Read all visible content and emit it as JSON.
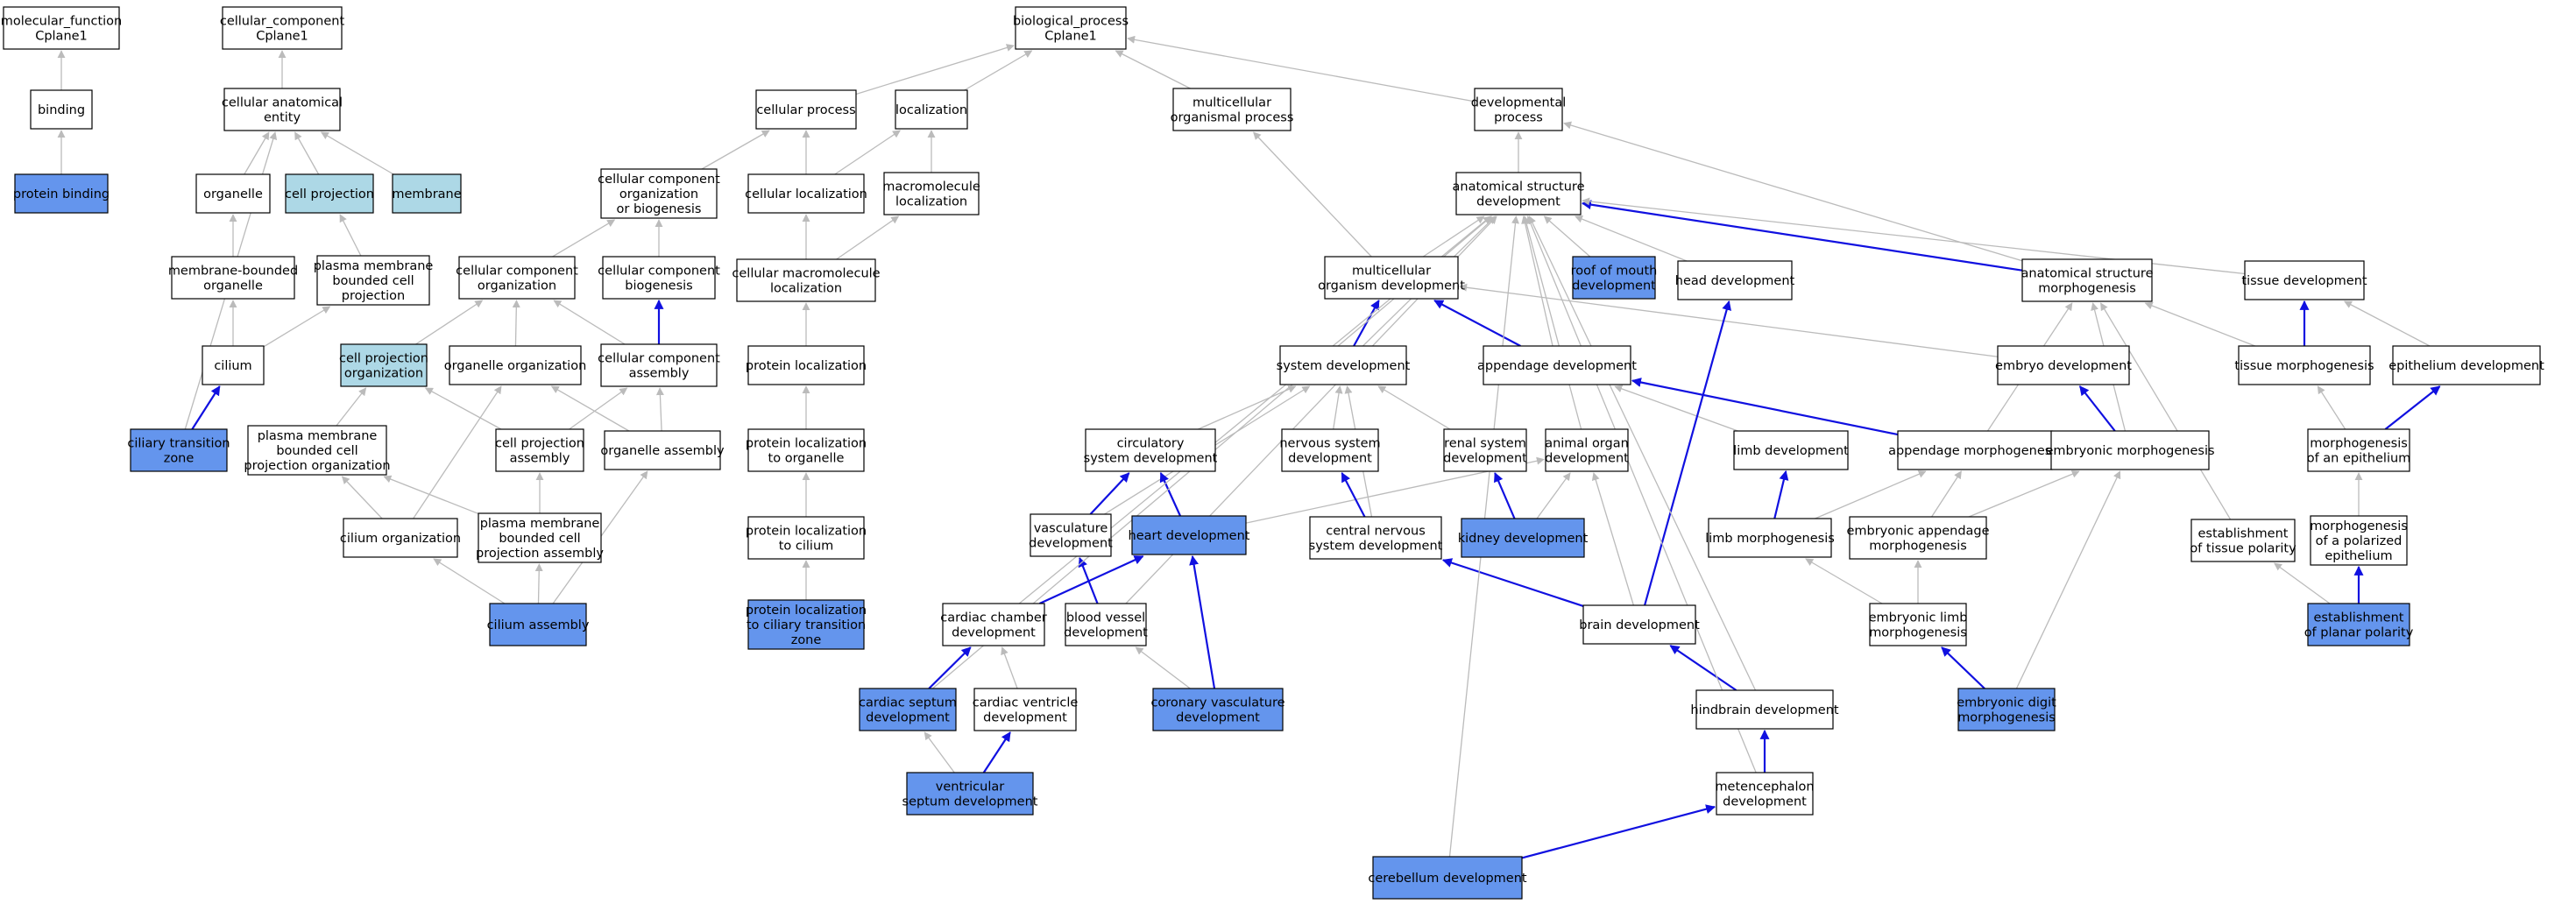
{
  "colors": {
    "plain": "#ffffff",
    "highlight": "#6495ed",
    "light": "#add8e6",
    "edge_grey": "#bbbbbb",
    "edge_blue": "#1010e0",
    "stroke": "#000000"
  },
  "nodes": [
    {
      "id": "mf",
      "lines": [
        "molecular_function",
        "Cplane1"
      ],
      "style": "plain"
    },
    {
      "id": "cc",
      "lines": [
        "cellular_component",
        "Cplane1"
      ],
      "style": "plain"
    },
    {
      "id": "bp",
      "lines": [
        "biological_process",
        "Cplane1"
      ],
      "style": "plain"
    },
    {
      "id": "binding",
      "lines": [
        "binding"
      ],
      "style": "plain"
    },
    {
      "id": "pbind",
      "lines": [
        "protein binding"
      ],
      "style": "highlight"
    },
    {
      "id": "cae",
      "lines": [
        "cellular anatomical",
        "entity"
      ],
      "style": "plain"
    },
    {
      "id": "organelle",
      "lines": [
        "organelle"
      ],
      "style": "plain"
    },
    {
      "id": "cellproj",
      "lines": [
        "cell projection"
      ],
      "style": "light"
    },
    {
      "id": "membrane",
      "lines": [
        "membrane"
      ],
      "style": "light"
    },
    {
      "id": "mbo",
      "lines": [
        "membrane-bounded",
        "organelle"
      ],
      "style": "plain"
    },
    {
      "id": "pmbcp",
      "lines": [
        "plasma membrane",
        "bounded cell",
        "projection"
      ],
      "style": "plain"
    },
    {
      "id": "cilium",
      "lines": [
        "cilium"
      ],
      "style": "plain"
    },
    {
      "id": "ctz",
      "lines": [
        "ciliary transition",
        "zone"
      ],
      "style": "highlight"
    },
    {
      "id": "cellproc",
      "lines": [
        "cellular process"
      ],
      "style": "plain"
    },
    {
      "id": "local",
      "lines": [
        "localization"
      ],
      "style": "plain"
    },
    {
      "id": "ccob",
      "lines": [
        "cellular component",
        "organization",
        "or biogenesis"
      ],
      "style": "plain"
    },
    {
      "id": "cellloc",
      "lines": [
        "cellular localization"
      ],
      "style": "plain"
    },
    {
      "id": "macloc",
      "lines": [
        "macromolecule",
        "localization"
      ],
      "style": "plain"
    },
    {
      "id": "cco",
      "lines": [
        "cellular component",
        "organization"
      ],
      "style": "plain"
    },
    {
      "id": "ccb",
      "lines": [
        "cellular component",
        "biogenesis"
      ],
      "style": "plain"
    },
    {
      "id": "cml",
      "lines": [
        "cellular macromolecule",
        "localization"
      ],
      "style": "plain"
    },
    {
      "id": "cpo",
      "lines": [
        "cell projection",
        "organization"
      ],
      "style": "light"
    },
    {
      "id": "orgorg",
      "lines": [
        "organelle organization"
      ],
      "style": "plain"
    },
    {
      "id": "cca",
      "lines": [
        "cellular component",
        "assembly"
      ],
      "style": "plain"
    },
    {
      "id": "protloc",
      "lines": [
        "protein localization"
      ],
      "style": "plain"
    },
    {
      "id": "pmbcpo",
      "lines": [
        "plasma membrane",
        "bounded cell",
        "projection organization"
      ],
      "style": "plain"
    },
    {
      "id": "cpa",
      "lines": [
        "cell projection",
        "assembly"
      ],
      "style": "plain"
    },
    {
      "id": "orgasm",
      "lines": [
        "organelle assembly"
      ],
      "style": "plain"
    },
    {
      "id": "plto",
      "lines": [
        "protein localization",
        "to organelle"
      ],
      "style": "plain"
    },
    {
      "id": "cilorg",
      "lines": [
        "cilium organization"
      ],
      "style": "plain"
    },
    {
      "id": "pmbcpa",
      "lines": [
        "plasma membrane",
        "bounded cell",
        "projection assembly"
      ],
      "style": "plain"
    },
    {
      "id": "pltc",
      "lines": [
        "protein localization",
        "to cilium"
      ],
      "style": "plain"
    },
    {
      "id": "ciliumasm",
      "lines": [
        "cilium assembly"
      ],
      "style": "highlight"
    },
    {
      "id": "pltctz",
      "lines": [
        "protein localization",
        "to ciliary transition",
        "zone"
      ],
      "style": "highlight"
    },
    {
      "id": "mop",
      "lines": [
        "multicellular",
        "organismal process"
      ],
      "style": "plain"
    },
    {
      "id": "devproc",
      "lines": [
        "developmental",
        "process"
      ],
      "style": "plain"
    },
    {
      "id": "asd",
      "lines": [
        "anatomical structure",
        "development"
      ],
      "style": "plain"
    },
    {
      "id": "mod",
      "lines": [
        "multicellular",
        "organism development"
      ],
      "style": "plain"
    },
    {
      "id": "rom",
      "lines": [
        "roof of mouth",
        "development"
      ],
      "style": "highlight"
    },
    {
      "id": "headdev",
      "lines": [
        "head development"
      ],
      "style": "plain"
    },
    {
      "id": "asm",
      "lines": [
        "anatomical structure",
        "morphogenesis"
      ],
      "style": "plain"
    },
    {
      "id": "tissdev",
      "lines": [
        "tissue development"
      ],
      "style": "plain"
    },
    {
      "id": "sysdev",
      "lines": [
        "system development"
      ],
      "style": "plain"
    },
    {
      "id": "appdev",
      "lines": [
        "appendage development"
      ],
      "style": "plain"
    },
    {
      "id": "embdev",
      "lines": [
        "embryo development"
      ],
      "style": "plain"
    },
    {
      "id": "tissmorph",
      "lines": [
        "tissue morphogenesis"
      ],
      "style": "plain"
    },
    {
      "id": "epidev",
      "lines": [
        "epithelium development"
      ],
      "style": "plain"
    },
    {
      "id": "circ",
      "lines": [
        "circulatory",
        "system development"
      ],
      "style": "plain"
    },
    {
      "id": "nsd",
      "lines": [
        "nervous system",
        "development"
      ],
      "style": "plain"
    },
    {
      "id": "renal",
      "lines": [
        "renal system",
        "development"
      ],
      "style": "plain"
    },
    {
      "id": "aod",
      "lines": [
        "animal organ",
        "development"
      ],
      "style": "plain"
    },
    {
      "id": "limbdev",
      "lines": [
        "limb development"
      ],
      "style": "plain"
    },
    {
      "id": "appmorph",
      "lines": [
        "appendage morphogenesis"
      ],
      "style": "plain"
    },
    {
      "id": "embmorph",
      "lines": [
        "embryonic morphogenesis"
      ],
      "style": "plain"
    },
    {
      "id": "moe",
      "lines": [
        "morphogenesis",
        "of an epithelium"
      ],
      "style": "plain"
    },
    {
      "id": "vascdev",
      "lines": [
        "vasculature",
        "development"
      ],
      "style": "plain"
    },
    {
      "id": "heartdev",
      "lines": [
        "heart development"
      ],
      "style": "highlight"
    },
    {
      "id": "cnsd",
      "lines": [
        "central nervous",
        "system development"
      ],
      "style": "plain"
    },
    {
      "id": "kidney",
      "lines": [
        "kidney development"
      ],
      "style": "highlight"
    },
    {
      "id": "limbmorph",
      "lines": [
        "limb morphogenesis"
      ],
      "style": "plain"
    },
    {
      "id": "eam",
      "lines": [
        "embryonic appendage",
        "morphogenesis"
      ],
      "style": "plain"
    },
    {
      "id": "etp",
      "lines": [
        "establishment",
        "of tissue polarity"
      ],
      "style": "plain"
    },
    {
      "id": "mpe",
      "lines": [
        "morphogenesis",
        "of a polarized",
        "epithelium"
      ],
      "style": "plain"
    },
    {
      "id": "ccd",
      "lines": [
        "cardiac chamber",
        "development"
      ],
      "style": "plain"
    },
    {
      "id": "bvd",
      "lines": [
        "blood vessel",
        "development"
      ],
      "style": "plain"
    },
    {
      "id": "braindev",
      "lines": [
        "brain development"
      ],
      "style": "plain"
    },
    {
      "id": "elm",
      "lines": [
        "embryonic limb",
        "morphogenesis"
      ],
      "style": "plain"
    },
    {
      "id": "epp",
      "lines": [
        "establishment",
        "of planar polarity"
      ],
      "style": "highlight"
    },
    {
      "id": "csd",
      "lines": [
        "cardiac septum",
        "development"
      ],
      "style": "highlight"
    },
    {
      "id": "cvd",
      "lines": [
        "cardiac ventricle",
        "development"
      ],
      "style": "plain"
    },
    {
      "id": "cvascd",
      "lines": [
        "coronary vasculature",
        "development"
      ],
      "style": "highlight"
    },
    {
      "id": "hindbrain",
      "lines": [
        "hindbrain development"
      ],
      "style": "plain"
    },
    {
      "id": "edm",
      "lines": [
        "embryonic digit",
        "morphogenesis"
      ],
      "style": "highlight"
    },
    {
      "id": "vsd",
      "lines": [
        "ventricular",
        "septum development"
      ],
      "style": "highlight"
    },
    {
      "id": "meten",
      "lines": [
        "metencephalon",
        "development"
      ],
      "style": "plain"
    },
    {
      "id": "cereb",
      "lines": [
        "cerebellum development"
      ],
      "style": "highlight"
    }
  ],
  "edges": [
    {
      "from": "binding",
      "to": "mf",
      "kind": "grey"
    },
    {
      "from": "pbind",
      "to": "binding",
      "kind": "grey"
    },
    {
      "from": "cae",
      "to": "cc",
      "kind": "grey"
    },
    {
      "from": "organelle",
      "to": "cae",
      "kind": "grey"
    },
    {
      "from": "cellproj",
      "to": "cae",
      "kind": "grey"
    },
    {
      "from": "membrane",
      "to": "cae",
      "kind": "grey"
    },
    {
      "from": "mbo",
      "to": "organelle",
      "kind": "grey"
    },
    {
      "from": "pmbcp",
      "to": "cellproj",
      "kind": "grey"
    },
    {
      "from": "cilium",
      "to": "mbo",
      "kind": "grey"
    },
    {
      "from": "cilium",
      "to": "pmbcp",
      "kind": "grey"
    },
    {
      "from": "ctz",
      "to": "cilium",
      "kind": "blue"
    },
    {
      "from": "ctz",
      "to": "cae",
      "kind": "grey"
    },
    {
      "from": "cellproc",
      "to": "bp",
      "kind": "grey"
    },
    {
      "from": "local",
      "to": "bp",
      "kind": "grey"
    },
    {
      "from": "mop",
      "to": "bp",
      "kind": "grey"
    },
    {
      "from": "devproc",
      "to": "bp",
      "kind": "grey"
    },
    {
      "from": "ccob",
      "to": "cellproc",
      "kind": "grey"
    },
    {
      "from": "cellloc",
      "to": "cellproc",
      "kind": "grey"
    },
    {
      "from": "cellloc",
      "to": "local",
      "kind": "grey"
    },
    {
      "from": "macloc",
      "to": "local",
      "kind": "grey"
    },
    {
      "from": "cco",
      "to": "ccob",
      "kind": "grey"
    },
    {
      "from": "ccb",
      "to": "ccob",
      "kind": "grey"
    },
    {
      "from": "cml",
      "to": "cellloc",
      "kind": "grey"
    },
    {
      "from": "cml",
      "to": "macloc",
      "kind": "grey"
    },
    {
      "from": "cpo",
      "to": "cco",
      "kind": "grey"
    },
    {
      "from": "orgorg",
      "to": "cco",
      "kind": "grey"
    },
    {
      "from": "cca",
      "to": "cco",
      "kind": "grey"
    },
    {
      "from": "cca",
      "to": "ccb",
      "kind": "blue"
    },
    {
      "from": "protloc",
      "to": "cml",
      "kind": "grey"
    },
    {
      "from": "pmbcpo",
      "to": "cpo",
      "kind": "grey"
    },
    {
      "from": "cpa",
      "to": "cpo",
      "kind": "grey"
    },
    {
      "from": "cpa",
      "to": "cca",
      "kind": "grey"
    },
    {
      "from": "orgasm",
      "to": "orgorg",
      "kind": "grey"
    },
    {
      "from": "orgasm",
      "to": "cca",
      "kind": "grey"
    },
    {
      "from": "plto",
      "to": "protloc",
      "kind": "grey"
    },
    {
      "from": "cilorg",
      "to": "pmbcpo",
      "kind": "grey"
    },
    {
      "from": "cilorg",
      "to": "orgorg",
      "kind": "grey"
    },
    {
      "from": "pmbcpa",
      "to": "pmbcpo",
      "kind": "grey"
    },
    {
      "from": "pmbcpa",
      "to": "cpa",
      "kind": "grey"
    },
    {
      "from": "pltc",
      "to": "plto",
      "kind": "grey"
    },
    {
      "from": "ciliumasm",
      "to": "cilorg",
      "kind": "grey"
    },
    {
      "from": "ciliumasm",
      "to": "pmbcpa",
      "kind": "grey"
    },
    {
      "from": "ciliumasm",
      "to": "orgasm",
      "kind": "grey"
    },
    {
      "from": "pltctz",
      "to": "pltc",
      "kind": "grey"
    },
    {
      "from": "asd",
      "to": "devproc",
      "kind": "grey"
    },
    {
      "from": "mod",
      "to": "mop",
      "kind": "grey"
    },
    {
      "from": "mod",
      "to": "asd",
      "kind": "grey"
    },
    {
      "from": "rom",
      "to": "asd",
      "kind": "grey"
    },
    {
      "from": "headdev",
      "to": "asd",
      "kind": "grey"
    },
    {
      "from": "asm",
      "to": "asd",
      "kind": "blue"
    },
    {
      "from": "asm",
      "to": "devproc",
      "kind": "grey"
    },
    {
      "from": "tissdev",
      "to": "asd",
      "kind": "grey"
    },
    {
      "from": "sysdev",
      "to": "mod",
      "kind": "blue"
    },
    {
      "from": "sysdev",
      "to": "asd",
      "kind": "grey"
    },
    {
      "from": "appdev",
      "to": "mod",
      "kind": "blue"
    },
    {
      "from": "appdev",
      "to": "asd",
      "kind": "grey"
    },
    {
      "from": "embdev",
      "to": "mod",
      "kind": "grey"
    },
    {
      "from": "tissmorph",
      "to": "tissdev",
      "kind": "blue"
    },
    {
      "from": "tissmorph",
      "to": "asm",
      "kind": "grey"
    },
    {
      "from": "epidev",
      "to": "tissdev",
      "kind": "grey"
    },
    {
      "from": "circ",
      "to": "sysdev",
      "kind": "grey"
    },
    {
      "from": "nsd",
      "to": "sysdev",
      "kind": "grey"
    },
    {
      "from": "renal",
      "to": "sysdev",
      "kind": "grey"
    },
    {
      "from": "aod",
      "to": "asd",
      "kind": "grey"
    },
    {
      "from": "limbdev",
      "to": "appdev",
      "kind": "grey"
    },
    {
      "from": "appmorph",
      "to": "appdev",
      "kind": "blue"
    },
    {
      "from": "appmorph",
      "to": "asm",
      "kind": "grey"
    },
    {
      "from": "embmorph",
      "to": "embdev",
      "kind": "blue"
    },
    {
      "from": "embmorph",
      "to": "asm",
      "kind": "grey"
    },
    {
      "from": "moe",
      "to": "epidev",
      "kind": "blue"
    },
    {
      "from": "moe",
      "to": "tissmorph",
      "kind": "grey"
    },
    {
      "from": "vascdev",
      "to": "circ",
      "kind": "blue"
    },
    {
      "from": "vascdev",
      "to": "sysdev",
      "kind": "grey"
    },
    {
      "from": "heartdev",
      "to": "circ",
      "kind": "blue"
    },
    {
      "from": "heartdev",
      "to": "aod",
      "kind": "grey"
    },
    {
      "from": "cnsd",
      "to": "nsd",
      "kind": "blue"
    },
    {
      "from": "cnsd",
      "to": "sysdev",
      "kind": "grey"
    },
    {
      "from": "kidney",
      "to": "renal",
      "kind": "blue"
    },
    {
      "from": "kidney",
      "to": "aod",
      "kind": "grey"
    },
    {
      "from": "limbmorph",
      "to": "limbdev",
      "kind": "blue"
    },
    {
      "from": "limbmorph",
      "to": "appmorph",
      "kind": "grey"
    },
    {
      "from": "eam",
      "to": "appmorph",
      "kind": "grey"
    },
    {
      "from": "eam",
      "to": "embmorph",
      "kind": "grey"
    },
    {
      "from": "etp",
      "to": "asm",
      "kind": "grey"
    },
    {
      "from": "mpe",
      "to": "moe",
      "kind": "grey"
    },
    {
      "from": "ccd",
      "to": "heartdev",
      "kind": "blue"
    },
    {
      "from": "ccd",
      "to": "asd",
      "kind": "grey"
    },
    {
      "from": "bvd",
      "to": "vascdev",
      "kind": "blue"
    },
    {
      "from": "bvd",
      "to": "asd",
      "kind": "grey"
    },
    {
      "from": "braindev",
      "to": "cnsd",
      "kind": "blue"
    },
    {
      "from": "braindev",
      "to": "headdev",
      "kind": "blue"
    },
    {
      "from": "braindev",
      "to": "aod",
      "kind": "grey"
    },
    {
      "from": "elm",
      "to": "limbmorph",
      "kind": "grey"
    },
    {
      "from": "elm",
      "to": "eam",
      "kind": "grey"
    },
    {
      "from": "epp",
      "to": "mpe",
      "kind": "blue"
    },
    {
      "from": "epp",
      "to": "etp",
      "kind": "grey"
    },
    {
      "from": "csd",
      "to": "ccd",
      "kind": "blue"
    },
    {
      "from": "csd",
      "to": "asd",
      "kind": "grey"
    },
    {
      "from": "cvd",
      "to": "ccd",
      "kind": "grey"
    },
    {
      "from": "cvascd",
      "to": "heartdev",
      "kind": "blue"
    },
    {
      "from": "cvascd",
      "to": "bvd",
      "kind": "grey"
    },
    {
      "from": "hindbrain",
      "to": "braindev",
      "kind": "blue"
    },
    {
      "from": "hindbrain",
      "to": "asd",
      "kind": "grey"
    },
    {
      "from": "edm",
      "to": "elm",
      "kind": "blue"
    },
    {
      "from": "edm",
      "to": "embmorph",
      "kind": "grey"
    },
    {
      "from": "vsd",
      "to": "cvd",
      "kind": "blue"
    },
    {
      "from": "vsd",
      "to": "csd",
      "kind": "grey"
    },
    {
      "from": "meten",
      "to": "hindbrain",
      "kind": "blue"
    },
    {
      "from": "meten",
      "to": "asd",
      "kind": "grey"
    },
    {
      "from": "cereb",
      "to": "meten",
      "kind": "blue"
    },
    {
      "from": "cereb",
      "to": "asd",
      "kind": "grey"
    }
  ]
}
